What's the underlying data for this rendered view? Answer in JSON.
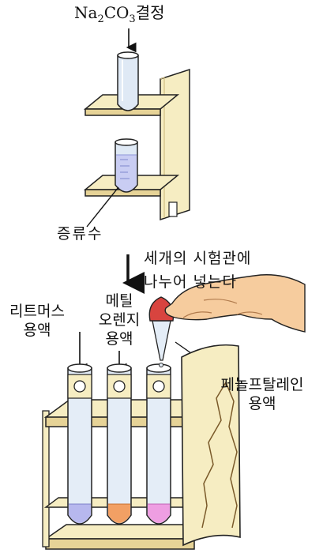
{
  "labels": {
    "crystal_formula_main": "Na",
    "crystal_formula_sub1": "2",
    "crystal_formula_mid": "CO",
    "crystal_formula_sub2": "3",
    "crystal_word": "결정",
    "distilled_water": "증류수",
    "step_line1": "세개의 시험관에",
    "step_line2": "나누어 넣는다",
    "litmus_line1": "리트머스",
    "litmus_line2": "용액",
    "methyl_line1": "메틸",
    "methyl_line2": "오렌지",
    "methyl_line3": "용액",
    "phenol_line1": "페놀프탈레인",
    "phenol_line2": "용액"
  },
  "solutions": [
    {
      "name": "litmus",
      "color": "#b7b8ee"
    },
    {
      "name": "methyl-orange",
      "color": "#f2a064"
    },
    {
      "name": "phenolphthalein",
      "color": "#ee9ee2"
    }
  ],
  "colors": {
    "wood": "#f6edc2",
    "wood_dark": "#e6d397",
    "water": "#c9cdf3",
    "glass": "#e4edf7",
    "hand": "#f6cc9e",
    "bulb": "#d8443f"
  }
}
